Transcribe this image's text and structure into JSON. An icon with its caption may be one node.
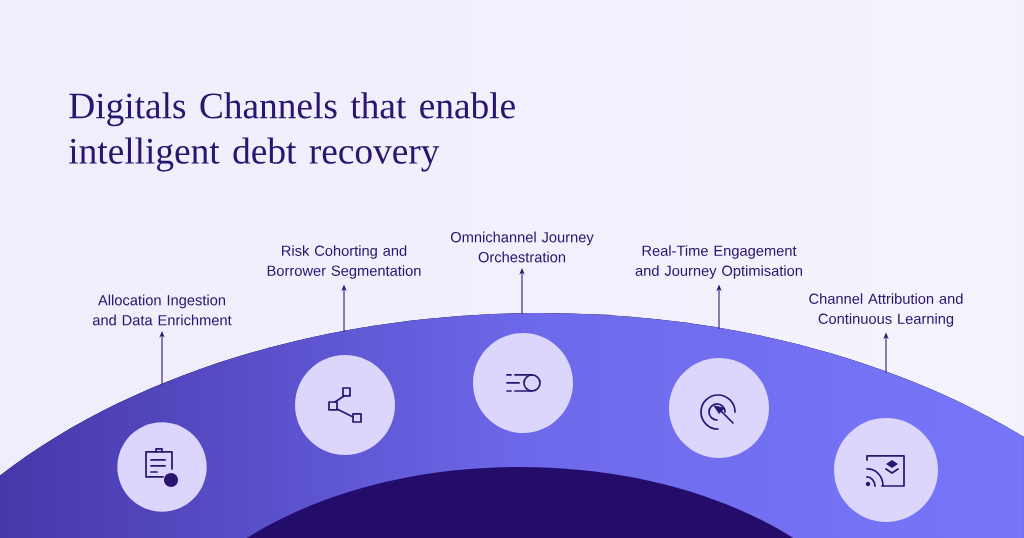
{
  "diagram": {
    "title": "Digitals Channels that enable intelligent debt recovery",
    "nodes": [
      {
        "text": [
          "Allocation Ingestion and Data Enrichment"
        ]
      },
      {
        "text": [
          "Risk Cohorting and Borrower Segmentation"
        ]
      },
      {
        "text": [
          "Omnichannel Journey Orchestration"
        ]
      },
      {
        "text": [
          "Real-Time Engagement and Journey Optimisation"
        ]
      },
      {
        "text": [
          "Channel Attribution and Continuous Learning"
        ]
      },
      {
        "text": [],
        "shape": "circle"
      },
      {
        "text": [],
        "shape": "circle"
      },
      {
        "text": [],
        "shape": "circle"
      },
      {
        "text": [],
        "shape": "circle"
      },
      {
        "text": [],
        "shape": "circle"
      }
    ],
    "edges": [
      {
        "from": null,
        "to": 0,
        "arrow": "to"
      },
      {
        "from": null,
        "to": 1,
        "arrow": "to"
      },
      {
        "from": null,
        "to": 2,
        "arrow": "to"
      },
      {
        "from": null,
        "to": 3,
        "arrow": "to"
      },
      {
        "from": null,
        "to": 4,
        "arrow": "to"
      }
    ]
  }
}
